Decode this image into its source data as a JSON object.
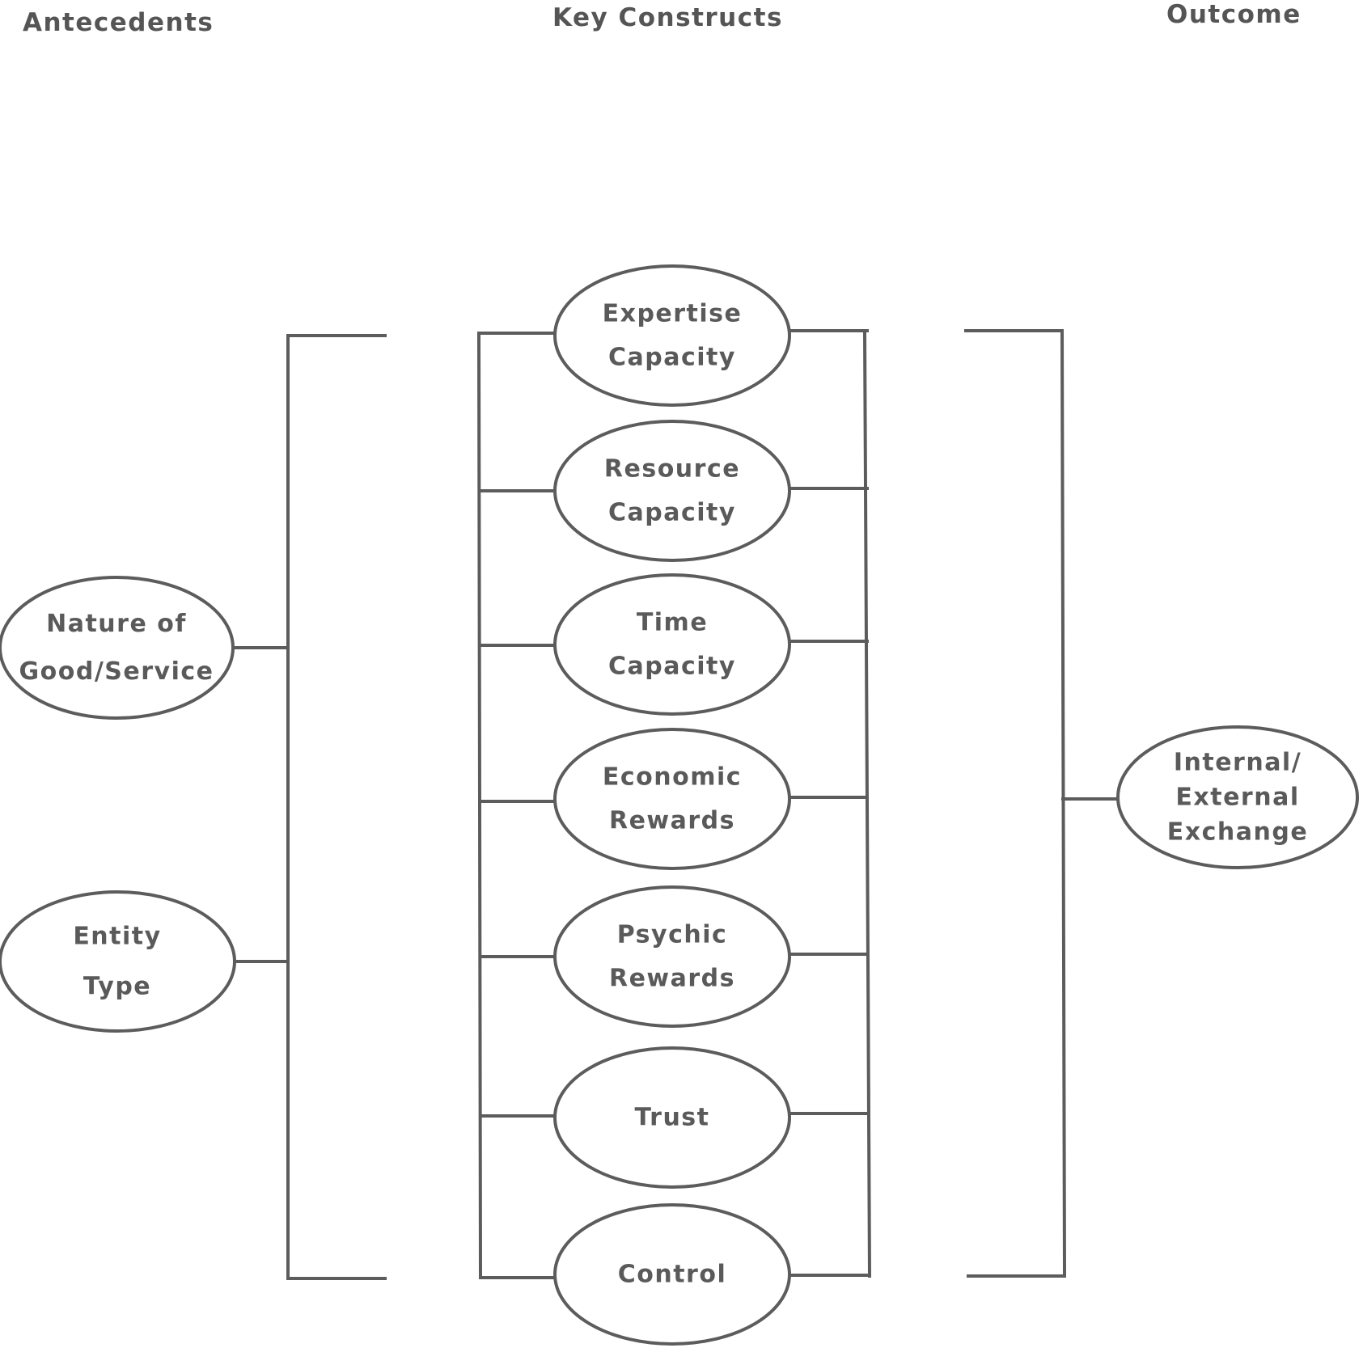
{
  "headers": {
    "antecedents": "Antecedents",
    "key_constructs": "Key Constructs",
    "outcome": "Outcome"
  },
  "antecedents": [
    {
      "id": "nature",
      "lines": [
        "Nature of",
        "Good/Service"
      ]
    },
    {
      "id": "entity",
      "lines": [
        "Entity",
        "Type"
      ]
    }
  ],
  "key_constructs": [
    {
      "id": "expertise",
      "lines": [
        "Expertise",
        "Capacity"
      ]
    },
    {
      "id": "resource",
      "lines": [
        "Resource",
        "Capacity"
      ]
    },
    {
      "id": "time",
      "lines": [
        "Time",
        "Capacity"
      ]
    },
    {
      "id": "economic",
      "lines": [
        "Economic",
        "Rewards"
      ]
    },
    {
      "id": "psychic",
      "lines": [
        "Psychic",
        "Rewards"
      ]
    },
    {
      "id": "trust",
      "lines": [
        "Trust"
      ]
    },
    {
      "id": "control",
      "lines": [
        "Control"
      ]
    }
  ],
  "outcome": {
    "id": "exchange",
    "lines": [
      "Internal/",
      "External",
      "Exchange"
    ]
  },
  "colors": {
    "stroke": "#5c5c5c",
    "text": "#5a5a5a",
    "background": "#ffffff"
  }
}
